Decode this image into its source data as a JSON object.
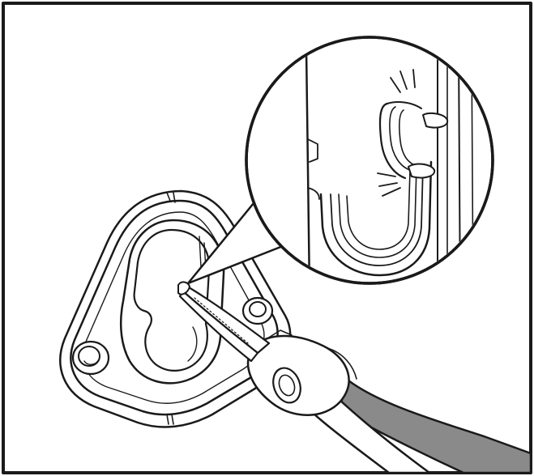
{
  "figure": {
    "subject": "needle-nose-pliers-removing-tab-from-mounting-bracket",
    "colors": {
      "outline": "#1a1a1a",
      "background": "#ffffff",
      "plier-grip": "#8a8a8a",
      "frame": "#1a1a1a"
    },
    "icons": [
      "mounting-bracket",
      "needle-nose-pliers",
      "magnifier-callout",
      "break-tab"
    ]
  }
}
